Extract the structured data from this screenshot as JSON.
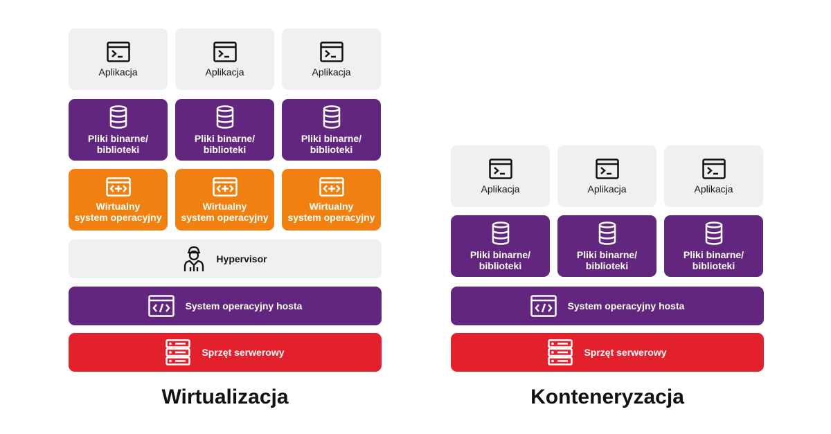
{
  "virtualization": {
    "title": "Wirtualizacja",
    "applications": [
      "Aplikacja",
      "Aplikacja",
      "Aplikacja"
    ],
    "binaries": [
      "Pliki binarne/\nbiblioteki",
      "Pliki binarne/\nbiblioteki",
      "Pliki binarne/\nbiblioteki"
    ],
    "guest_os": [
      "Wirtualny\nsystem operacyjny",
      "Wirtualny\nsystem operacyjny",
      "Wirtualny\nsystem operacyjny"
    ],
    "hypervisor": "Hypervisor",
    "host_os": "System operacyjny hosta",
    "hardware": "Sprzęt serwerowy"
  },
  "containerization": {
    "title": "Konteneryzacja",
    "applications": [
      "Aplikacja",
      "Aplikacja",
      "Aplikacja"
    ],
    "binaries": [
      "Pliki binarne/\nbiblioteki",
      "Pliki binarne/\nbiblioteki",
      "Pliki binarne/\nbiblioteki"
    ],
    "host_os": "System operacyjny hosta",
    "hardware": "Sprzęt serwerowy"
  },
  "icons": {
    "application": "terminal-window-icon",
    "binaries": "database-icon",
    "guest_os": "code-window-icon",
    "hypervisor": "person-icon",
    "host_os": "code-brackets-window-icon",
    "hardware": "server-icon"
  },
  "colors": {
    "app_bg": "#f0f0f0",
    "binaries_bg": "#62267e",
    "guest_os_bg": "#f08010",
    "hypervisor_bg": "#f0f0f0",
    "host_os_bg": "#62267e",
    "hardware_bg": "#e3212c"
  }
}
